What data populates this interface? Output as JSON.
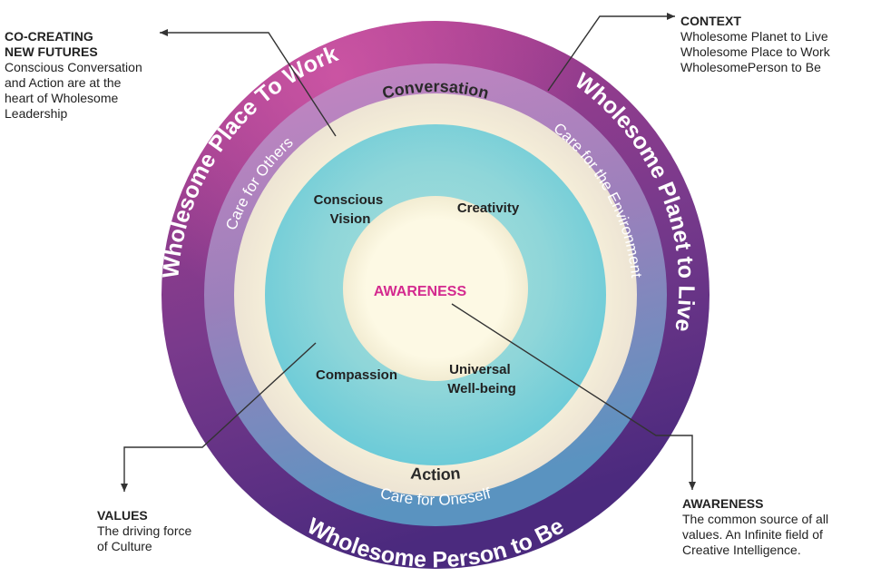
{
  "rings": {
    "outer_top_left": "Wholesome Place To Work",
    "outer_right": "Wholesome Planet to Live",
    "outer_bottom": "Wholesome Person to Be",
    "second_left": "Care for Others",
    "second_right": "Care for the Environment",
    "second_bottom": "Care for Oneself",
    "third_top": "Conversation",
    "third_bottom": "Action"
  },
  "inner": {
    "conscious_vision": [
      "Conscious",
      "Vision"
    ],
    "creativity": "Creativity",
    "compassion": "Compassion",
    "universal_wellbeing": [
      "Universal",
      "Well-being"
    ]
  },
  "center": "AWARENESS",
  "callouts": {
    "co_creating": {
      "title": [
        "CO-CREATING",
        "NEW FUTURES"
      ],
      "body": [
        "Conscious Conversation",
        "and Action are at the",
        "heart of Wholesome",
        "Leadership"
      ]
    },
    "context": {
      "title": "CONTEXT",
      "body": [
        "Wholesome Planet to Live",
        "Wholesome Place to Work",
        "WholesomePerson to Be"
      ]
    },
    "values": {
      "title": "VALUES",
      "body": [
        "The driving force",
        "of Culture"
      ]
    },
    "awareness": {
      "title": "AWARENESS",
      "body": [
        "The common source of all",
        "values. An Infinite field of",
        "Creative Intelligence."
      ]
    }
  },
  "colors": {
    "outer_ring_top": "#b03e8e",
    "outer_ring_bottom": "#4e2b80",
    "second_ring_top": "#c583c0",
    "second_ring_bottom": "#5f8dbd",
    "third_ring": "#f4ecd0",
    "inner_disc": "#7fd0d8",
    "center_disc": "#fbf7df",
    "center_text": "#d42a8f",
    "ring_text": "#ffffff",
    "inner_text": "#222222"
  }
}
